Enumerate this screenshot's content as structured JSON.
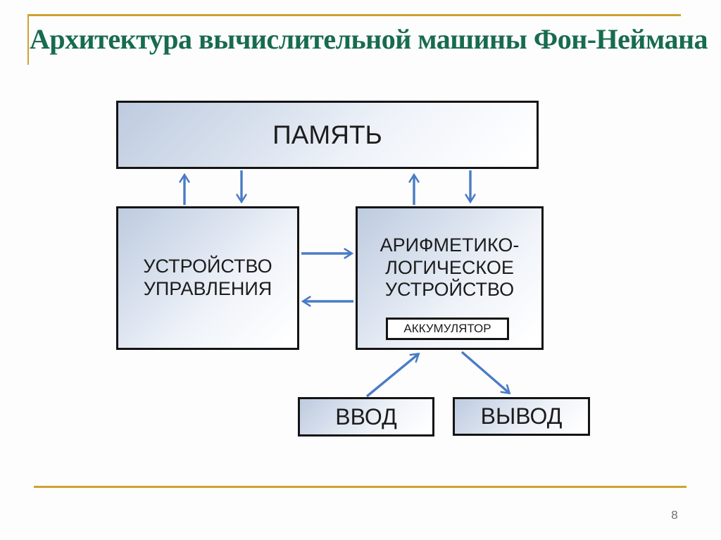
{
  "slide": {
    "title": "Архитектура вычислительной машины Фон-Неймана",
    "page_number": "8"
  },
  "colors": {
    "title_green": "#186B4E",
    "accent_gold": "#CFA22E",
    "arrow_blue": "#4A7CC4",
    "box_border": "#141414",
    "page_gray": "#6E6E6E"
  },
  "diagram": {
    "memory_label": "ПАМЯТЬ",
    "control_unit_label": "УСТРОЙСТВО\nУПРАВЛЕНИЯ",
    "alu_label": "АРИФМЕТИКО-\nЛОГИЧЕСКОЕ\nУСТРОЙСТВО",
    "accumulator_label": "АККУМУЛЯТОР",
    "input_label": "ВВОД",
    "output_label": "ВЫВОД"
  }
}
